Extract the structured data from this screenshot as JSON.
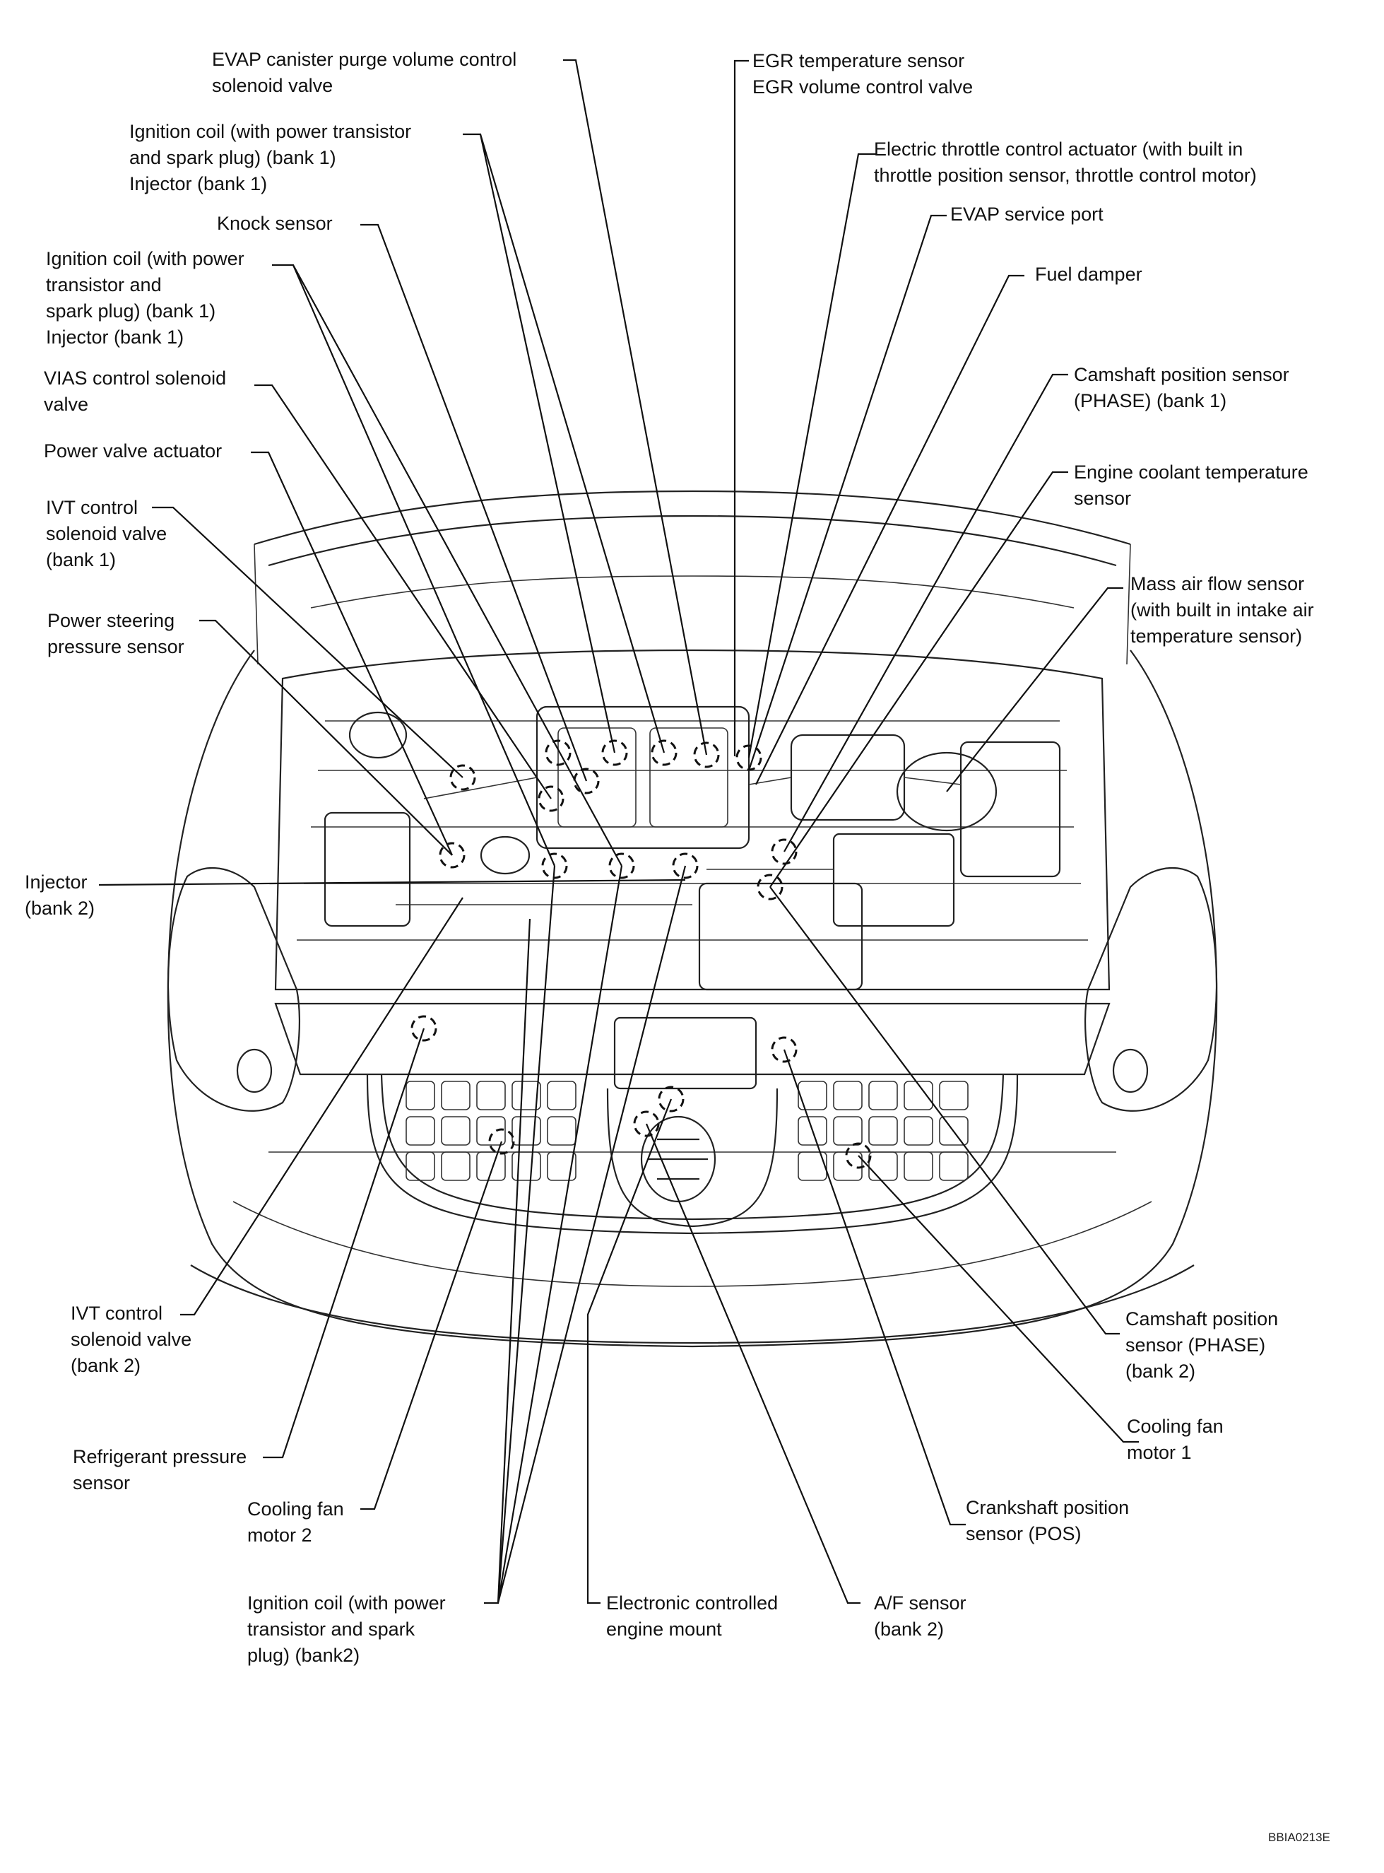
{
  "labels": {
    "evap_purge": [
      "EVAP canister purge volume control",
      "solenoid valve"
    ],
    "ign_coil_bank1_a": [
      "Ignition coil (with power transistor",
      "and spark plug) (bank 1)",
      "Injector (bank 1)"
    ],
    "knock_sensor": [
      "Knock sensor"
    ],
    "ign_coil_bank1_b": [
      "Ignition coil (with power",
      "transistor and",
      "spark plug) (bank 1)",
      "Injector (bank 1)"
    ],
    "vias_solenoid": [
      "VIAS control solenoid",
      "valve"
    ],
    "power_valve": [
      "Power valve actuator"
    ],
    "ivt_bank1": [
      "IVT control",
      "solenoid valve",
      "(bank 1)"
    ],
    "ps_pressure": [
      "Power steering",
      "pressure sensor"
    ],
    "injector_bank2": [
      "Injector",
      "(bank 2)"
    ],
    "ivt_bank2": [
      "IVT control",
      "solenoid valve",
      "(bank 2)"
    ],
    "refrigerant": [
      "Refrigerant pressure",
      "sensor"
    ],
    "fan_motor2": [
      "Cooling fan",
      "motor 2"
    ],
    "ign_coil_bank2": [
      "Ignition coil (with power",
      "transistor and spark",
      "plug) (bank2)"
    ],
    "engine_mount": [
      "Electronic controlled",
      "engine mount"
    ],
    "af_sensor": [
      "A/F sensor",
      "(bank 2)"
    ],
    "crankshaft": [
      "Crankshaft position",
      "sensor (POS)"
    ],
    "fan_motor1": [
      "Cooling fan",
      "motor 1"
    ],
    "cam_bank2": [
      "Camshaft position",
      "sensor (PHASE)",
      "(bank 2)"
    ],
    "egr": [
      "EGR temperature sensor",
      "EGR volume control valve"
    ],
    "throttle": [
      "Electric throttle control actuator (with built in",
      "throttle position sensor, throttle control motor)"
    ],
    "evap_port": [
      "EVAP service port"
    ],
    "fuel_damper": [
      "Fuel damper"
    ],
    "cam_bank1": [
      "Camshaft position sensor",
      "(PHASE) (bank 1)"
    ],
    "coolant_temp": [
      "Engine coolant temperature",
      "sensor"
    ],
    "maf": [
      "Mass air flow sensor",
      "(with built in intake air",
      "temperature sensor)"
    ]
  },
  "figure_id": "BBIA0213E"
}
